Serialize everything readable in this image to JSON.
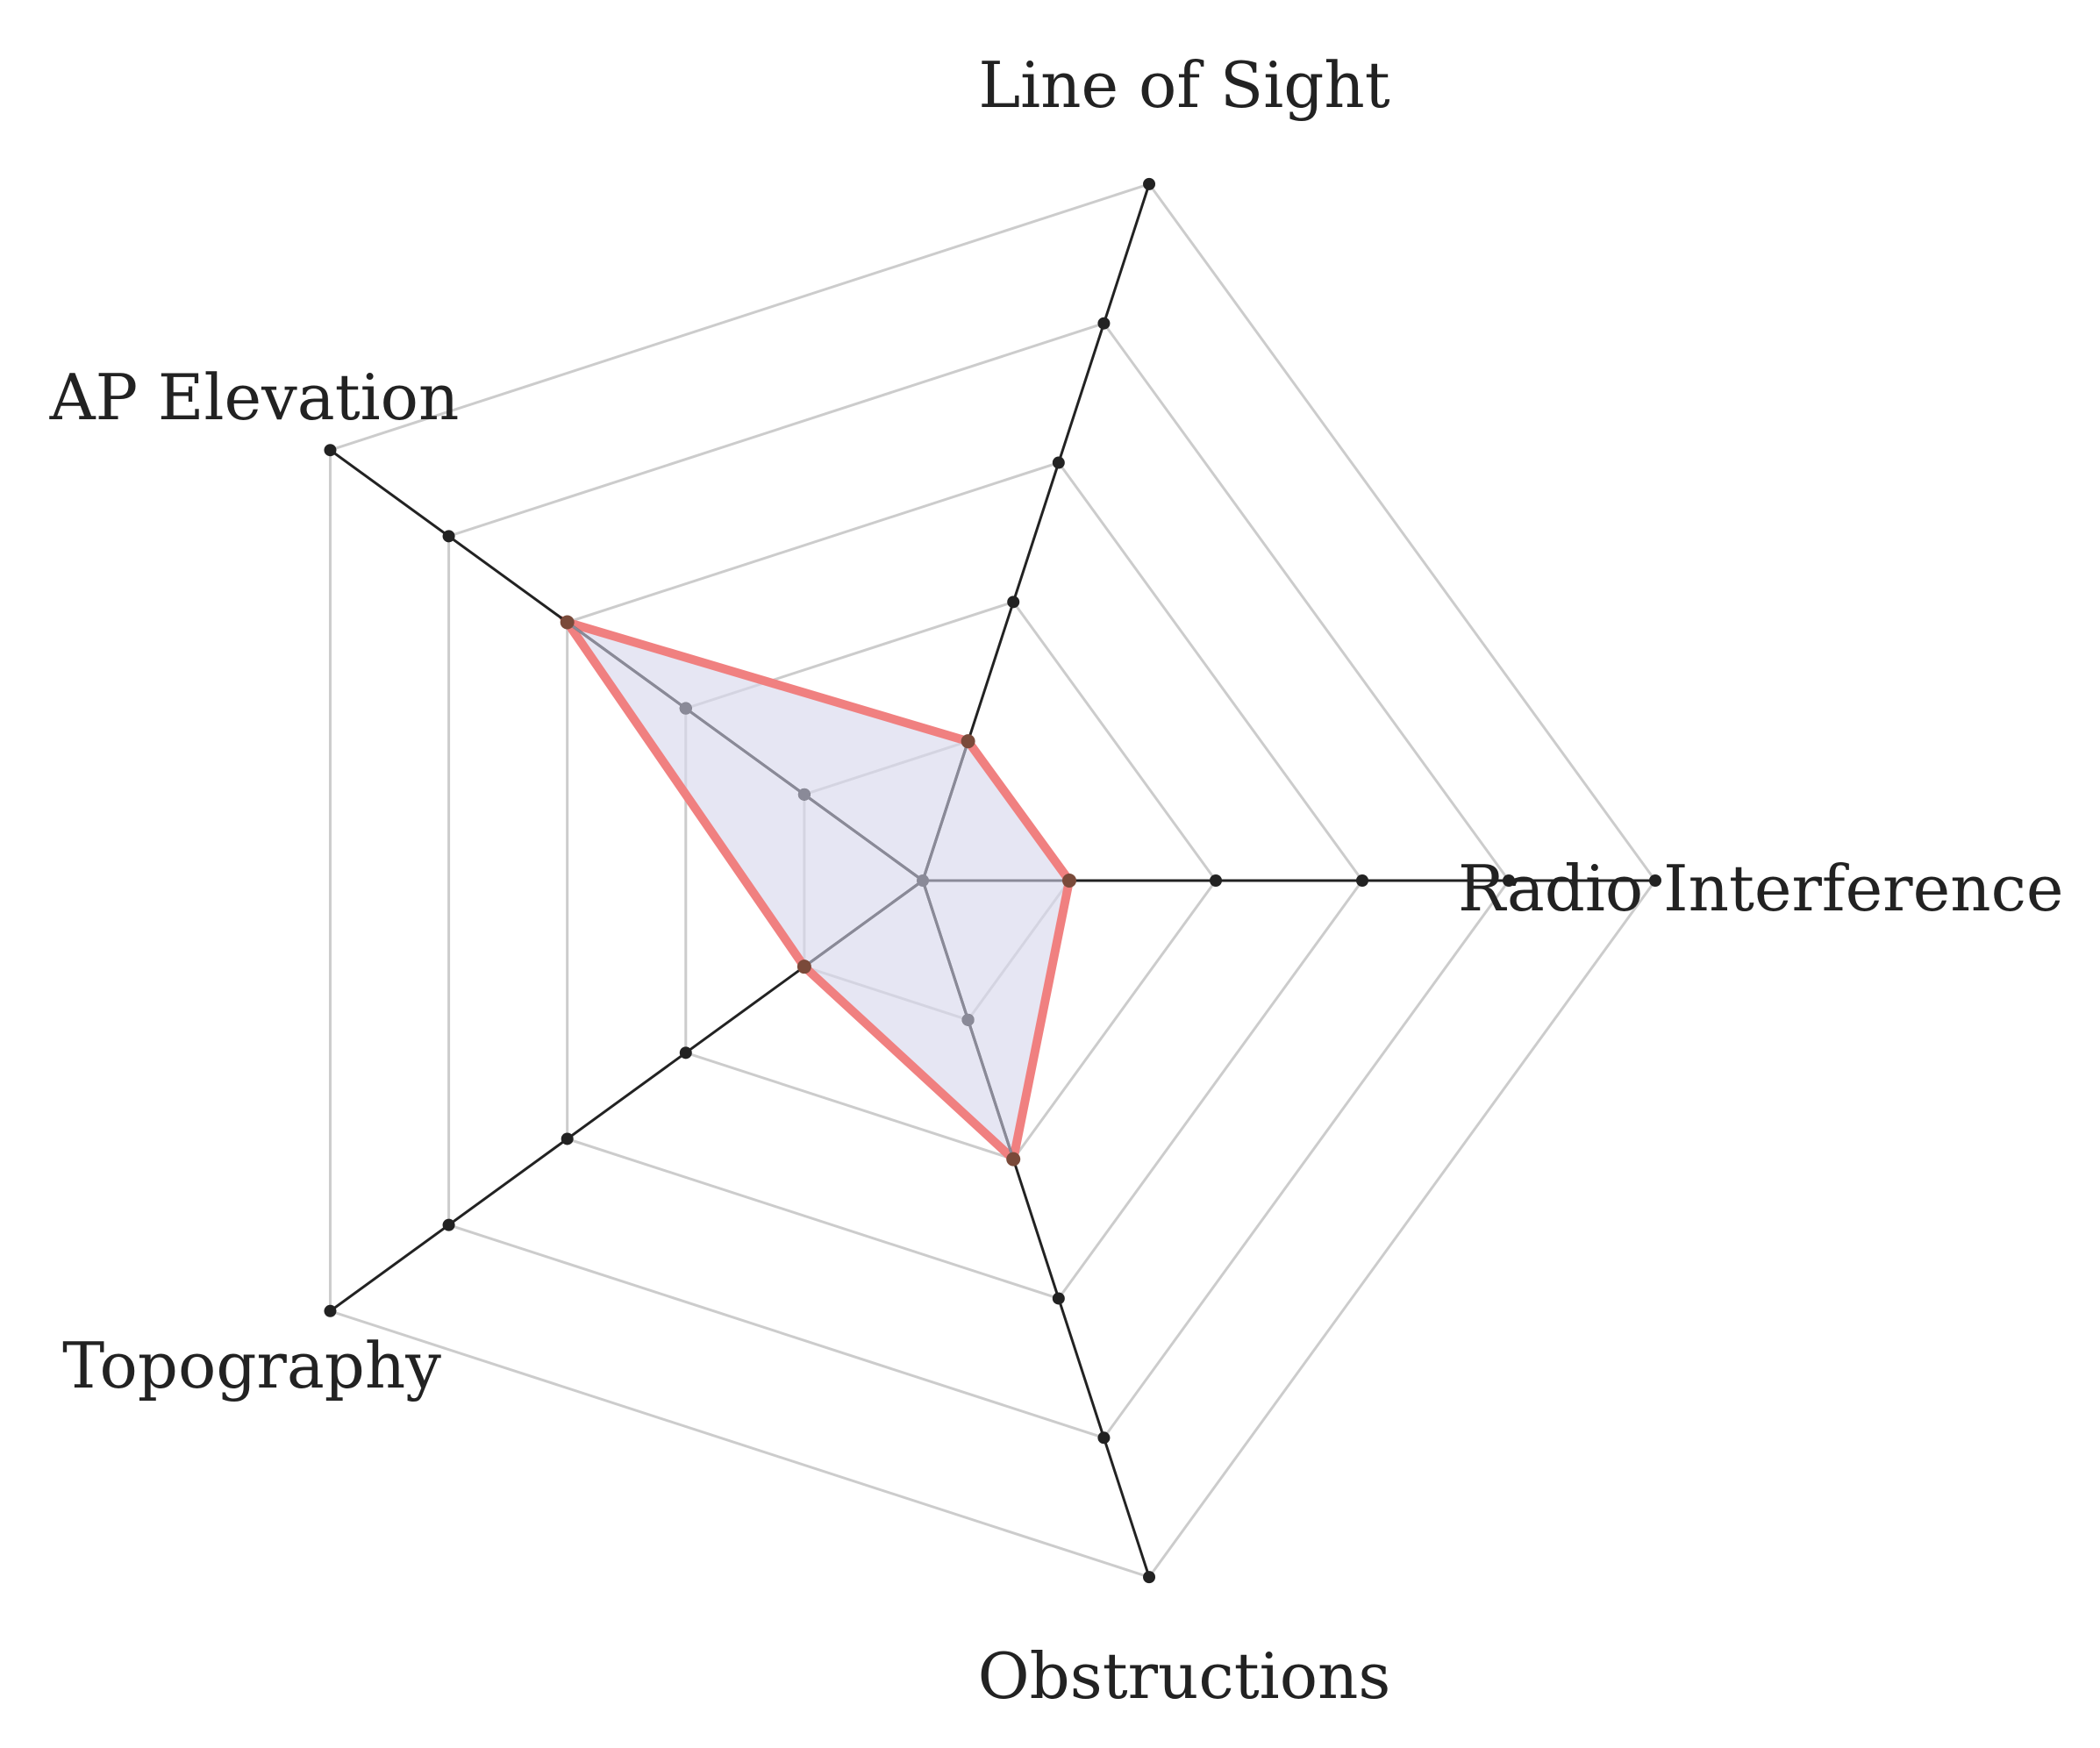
{
  "chart_data": {
    "type": "radar",
    "axes": [
      "Radio Interference",
      "Line of Sight",
      "AP Elevation",
      "Topography",
      "Obstructions"
    ],
    "rlim": [
      0,
      5
    ],
    "rings": [
      1,
      2,
      3,
      4,
      5
    ],
    "series": [
      {
        "values": [
          1,
          1,
          3,
          1,
          2
        ],
        "line_color": "#f08080",
        "fill_color": "#d8d8ec"
      }
    ],
    "axis_color": "#222222",
    "grid_color": "#cccccc",
    "grid": true,
    "legend": "none"
  }
}
